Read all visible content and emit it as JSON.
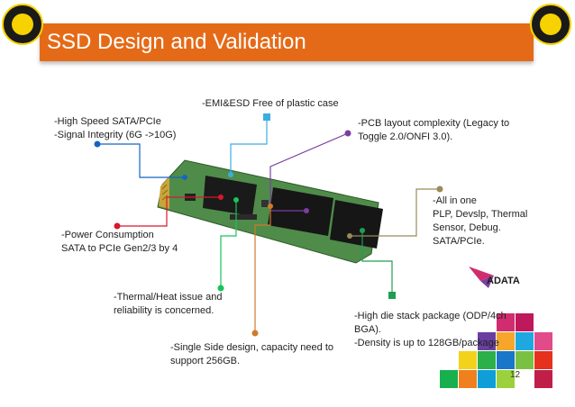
{
  "title": "SSD Design and Validation",
  "page_number": "12",
  "brand_logo_text": "ADATA",
  "notes": {
    "emi": "-EMI&ESD Free of plastic case",
    "sata": "-High Speed SATA/PCIe\n-Signal Integrity (6G ->10G)",
    "pcb": "-PCB layout complexity (Legacy to\nToggle 2.0/ONFI 3.0).",
    "allinone": "-All in one\nPLP, Devslp, Thermal\nSensor, Debug.\nSATA/PCIe.",
    "power": "-Power Consumption\n  SATA to PCIe Gen2/3 by 4",
    "thermal": "-Thermal/Heat issue and\nreliability is concerned.",
    "single": "-Single Side design, capacity need to\nsupport 256GB.",
    "diestack": "-High die stack package (ODP/4ch\nBGA).\n-Density is up to 128GB/package"
  },
  "colors": {
    "title_bar": "#e56a17",
    "emi": "#3aaee0",
    "sata": "#1565c0",
    "pcb": "#7b3fa0",
    "allinone": "#9b8a5a",
    "power": "#d8182a",
    "thermal": "#17c45a",
    "single": "#d07a2a",
    "diestack": "#1e9e54"
  }
}
